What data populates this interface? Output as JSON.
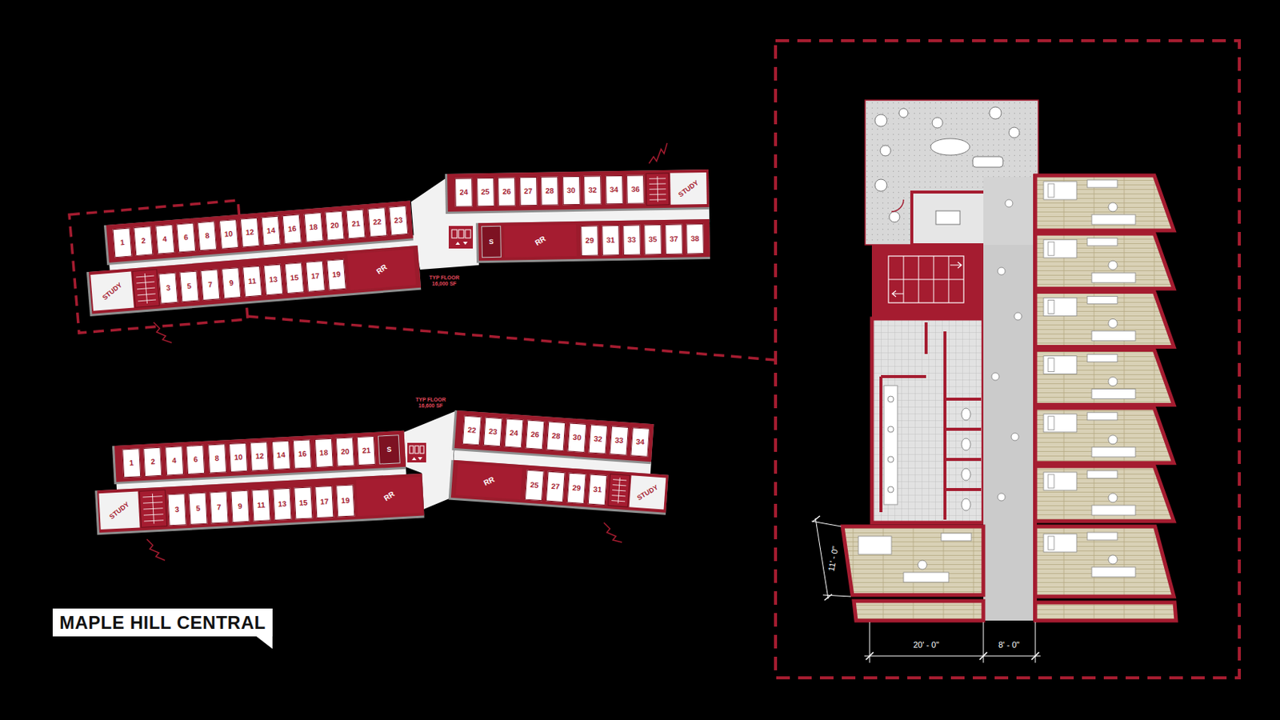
{
  "diagram": {
    "title": "MAPLE HILL CENTRAL",
    "nodes": [
      {
        "text": [
          "1"
        ]
      },
      {
        "text": [
          "2"
        ]
      },
      {
        "text": [
          "4"
        ]
      },
      {
        "text": [
          "6"
        ]
      },
      {
        "text": [
          "8"
        ]
      },
      {
        "text": [
          "10"
        ]
      },
      {
        "text": [
          "12"
        ]
      },
      {
        "text": [
          "14"
        ]
      },
      {
        "text": [
          "16"
        ]
      },
      {
        "text": [
          "18"
        ]
      },
      {
        "text": [
          "20"
        ]
      },
      {
        "text": [
          "21"
        ]
      },
      {
        "text": [
          "22"
        ]
      },
      {
        "text": [
          "23"
        ]
      },
      {
        "text": [
          "STUDY"
        ]
      },
      {
        "text": [
          "3"
        ]
      },
      {
        "text": [
          "5"
        ]
      },
      {
        "text": [
          "7"
        ]
      },
      {
        "text": [
          "9"
        ]
      },
      {
        "text": [
          "11"
        ]
      },
      {
        "text": [
          "13"
        ]
      },
      {
        "text": [
          "15"
        ]
      },
      {
        "text": [
          "17"
        ]
      },
      {
        "text": [
          "19"
        ]
      },
      {
        "text": [
          "RR"
        ]
      },
      {
        "text": [
          "24"
        ]
      },
      {
        "text": [
          "25"
        ]
      },
      {
        "text": [
          "26"
        ]
      },
      {
        "text": [
          "27"
        ]
      },
      {
        "text": [
          "28"
        ]
      },
      {
        "text": [
          "30"
        ]
      },
      {
        "text": [
          "32"
        ]
      },
      {
        "text": [
          "34"
        ]
      },
      {
        "text": [
          "36"
        ]
      },
      {
        "text": [
          "STUDY"
        ]
      },
      {
        "text": [
          "S"
        ]
      },
      {
        "text": [
          "RR"
        ]
      },
      {
        "text": [
          "29"
        ]
      },
      {
        "text": [
          "31"
        ]
      },
      {
        "text": [
          "33"
        ]
      },
      {
        "text": [
          "35"
        ]
      },
      {
        "text": [
          "37"
        ]
      },
      {
        "text": [
          "38"
        ]
      },
      {
        "text": [
          "1"
        ]
      },
      {
        "text": [
          "2"
        ]
      },
      {
        "text": [
          "4"
        ]
      },
      {
        "text": [
          "6"
        ]
      },
      {
        "text": [
          "8"
        ]
      },
      {
        "text": [
          "10"
        ]
      },
      {
        "text": [
          "12"
        ]
      },
      {
        "text": [
          "14"
        ]
      },
      {
        "text": [
          "16"
        ]
      },
      {
        "text": [
          "18"
        ]
      },
      {
        "text": [
          "20"
        ]
      },
      {
        "text": [
          "21"
        ]
      },
      {
        "text": [
          "S"
        ]
      },
      {
        "text": [
          "STUDY"
        ]
      },
      {
        "text": [
          "3"
        ]
      },
      {
        "text": [
          "5"
        ]
      },
      {
        "text": [
          "7"
        ]
      },
      {
        "text": [
          "9"
        ]
      },
      {
        "text": [
          "11"
        ]
      },
      {
        "text": [
          "13"
        ]
      },
      {
        "text": [
          "15"
        ]
      },
      {
        "text": [
          "17"
        ]
      },
      {
        "text": [
          "19"
        ]
      },
      {
        "text": [
          "RR"
        ]
      },
      {
        "text": [
          "22"
        ]
      },
      {
        "text": [
          "23"
        ]
      },
      {
        "text": [
          "24"
        ]
      },
      {
        "text": [
          "26"
        ]
      },
      {
        "text": [
          "28"
        ]
      },
      {
        "text": [
          "30"
        ]
      },
      {
        "text": [
          "32"
        ]
      },
      {
        "text": [
          "33"
        ]
      },
      {
        "text": [
          "34"
        ]
      },
      {
        "text": [
          "RR"
        ]
      },
      {
        "text": [
          "25"
        ]
      },
      {
        "text": [
          "27"
        ]
      },
      {
        "text": [
          "29"
        ]
      },
      {
        "text": [
          "31"
        ]
      },
      {
        "text": [
          "STUDY"
        ]
      }
    ],
    "labels": [
      "TYP FLOOR 16,000 SF",
      "TYP FLOOR 16,600 SF",
      "11' - 0\"",
      "20' - 0\"",
      "8' - 0\""
    ]
  }
}
